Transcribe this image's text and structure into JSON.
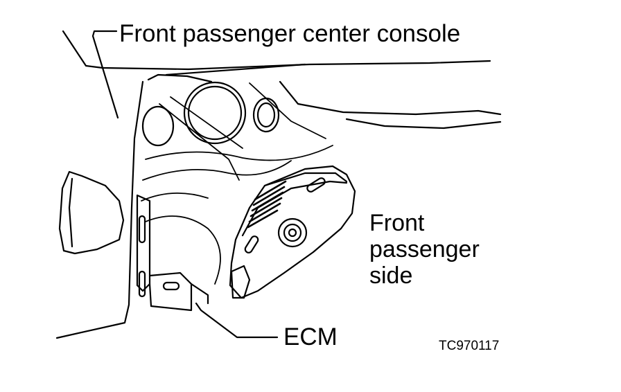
{
  "labels": {
    "console": "Front passenger center console",
    "side_line1": "Front",
    "side_line2": "passenger",
    "side_line3": "side",
    "ecm": "ECM",
    "figure_code": "TC970117"
  },
  "colors": {
    "ink": "#000000",
    "paper": "#ffffff"
  }
}
